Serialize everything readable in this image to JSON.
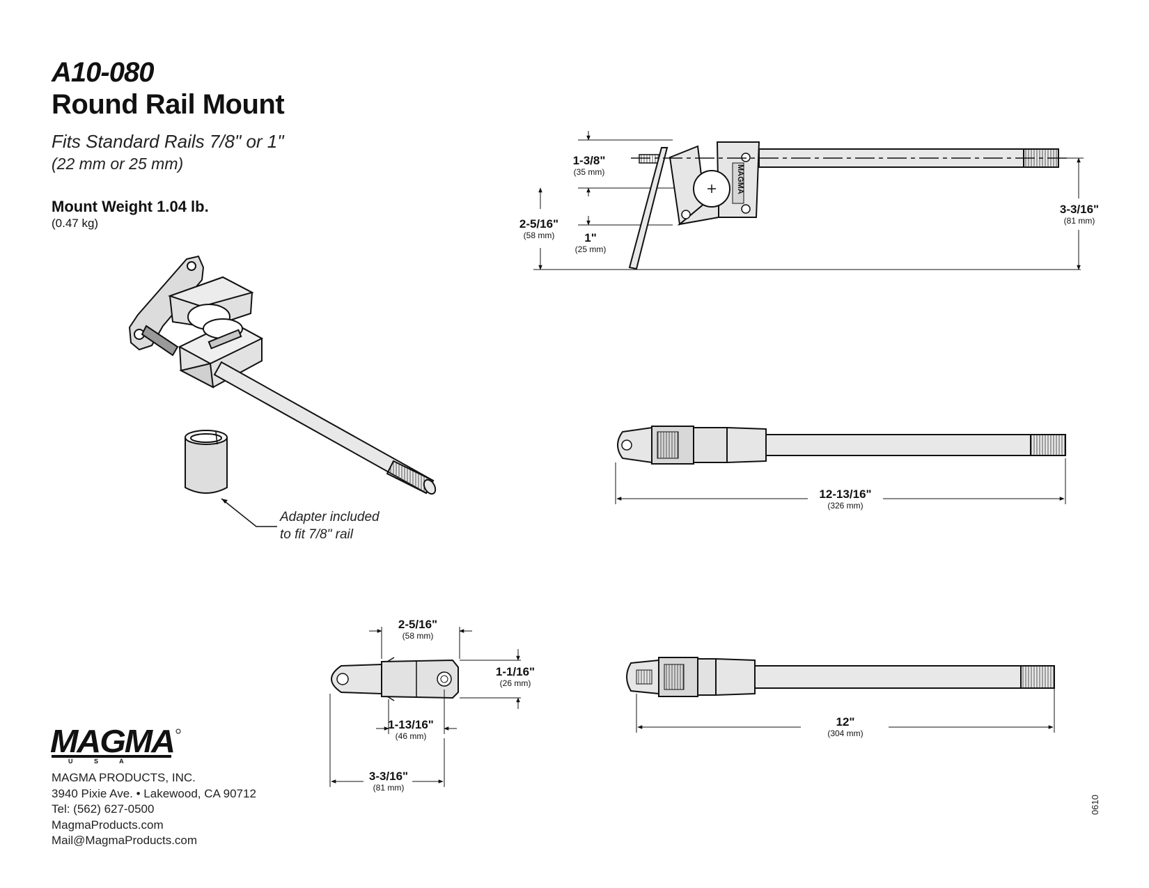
{
  "header": {
    "part_number": "A10-080",
    "title": "Round Rail Mount",
    "fits_line": "Fits Standard Rails 7/8\" or 1\"",
    "fits_mm": "(22 mm or 25 mm)",
    "weight_label": "Mount Weight 1.04 lb.",
    "weight_kg": "(0.47 kg)"
  },
  "adapter_note": {
    "line1": "Adapter included",
    "line2": "to fit 7/8\" rail"
  },
  "dimensions": {
    "d1_3_8": {
      "in": "1-3/8\"",
      "mm": "(35 mm)"
    },
    "d2_5_16_top": {
      "in": "2-5/16\"",
      "mm": "(58 mm)"
    },
    "d1_top": {
      "in": "1\"",
      "mm": "(25 mm)"
    },
    "d3_3_16_right": {
      "in": "3-3/16\"",
      "mm": "(81 mm)"
    },
    "d12_13_16": {
      "in": "12-13/16\"",
      "mm": "(326 mm)"
    },
    "d2_5_16_bottom": {
      "in": "2-5/16\"",
      "mm": "(58 mm)"
    },
    "d1_1_16": {
      "in": "1-1/16\"",
      "mm": "(26 mm)"
    },
    "d1_13_16": {
      "in": "1-13/16\"",
      "mm": "(46 mm)"
    },
    "d3_3_16_bottom": {
      "in": "3-3/16\"",
      "mm": "(81 mm)"
    },
    "d12": {
      "in": "12\"",
      "mm": "(304 mm)"
    }
  },
  "logo": {
    "word": "MAGMA",
    "sub": "U S A",
    "body_mark": "MAGMA"
  },
  "company": {
    "name": "MAGMA PRODUCTS, INC.",
    "address": "3940 Pixie Ave. • Lakewood, CA 90712",
    "tel": "Tel: (562) 627-0500",
    "web": "MagmaProducts.com",
    "email": "Mail@MagmaProducts.com"
  },
  "doc_number": "0610"
}
